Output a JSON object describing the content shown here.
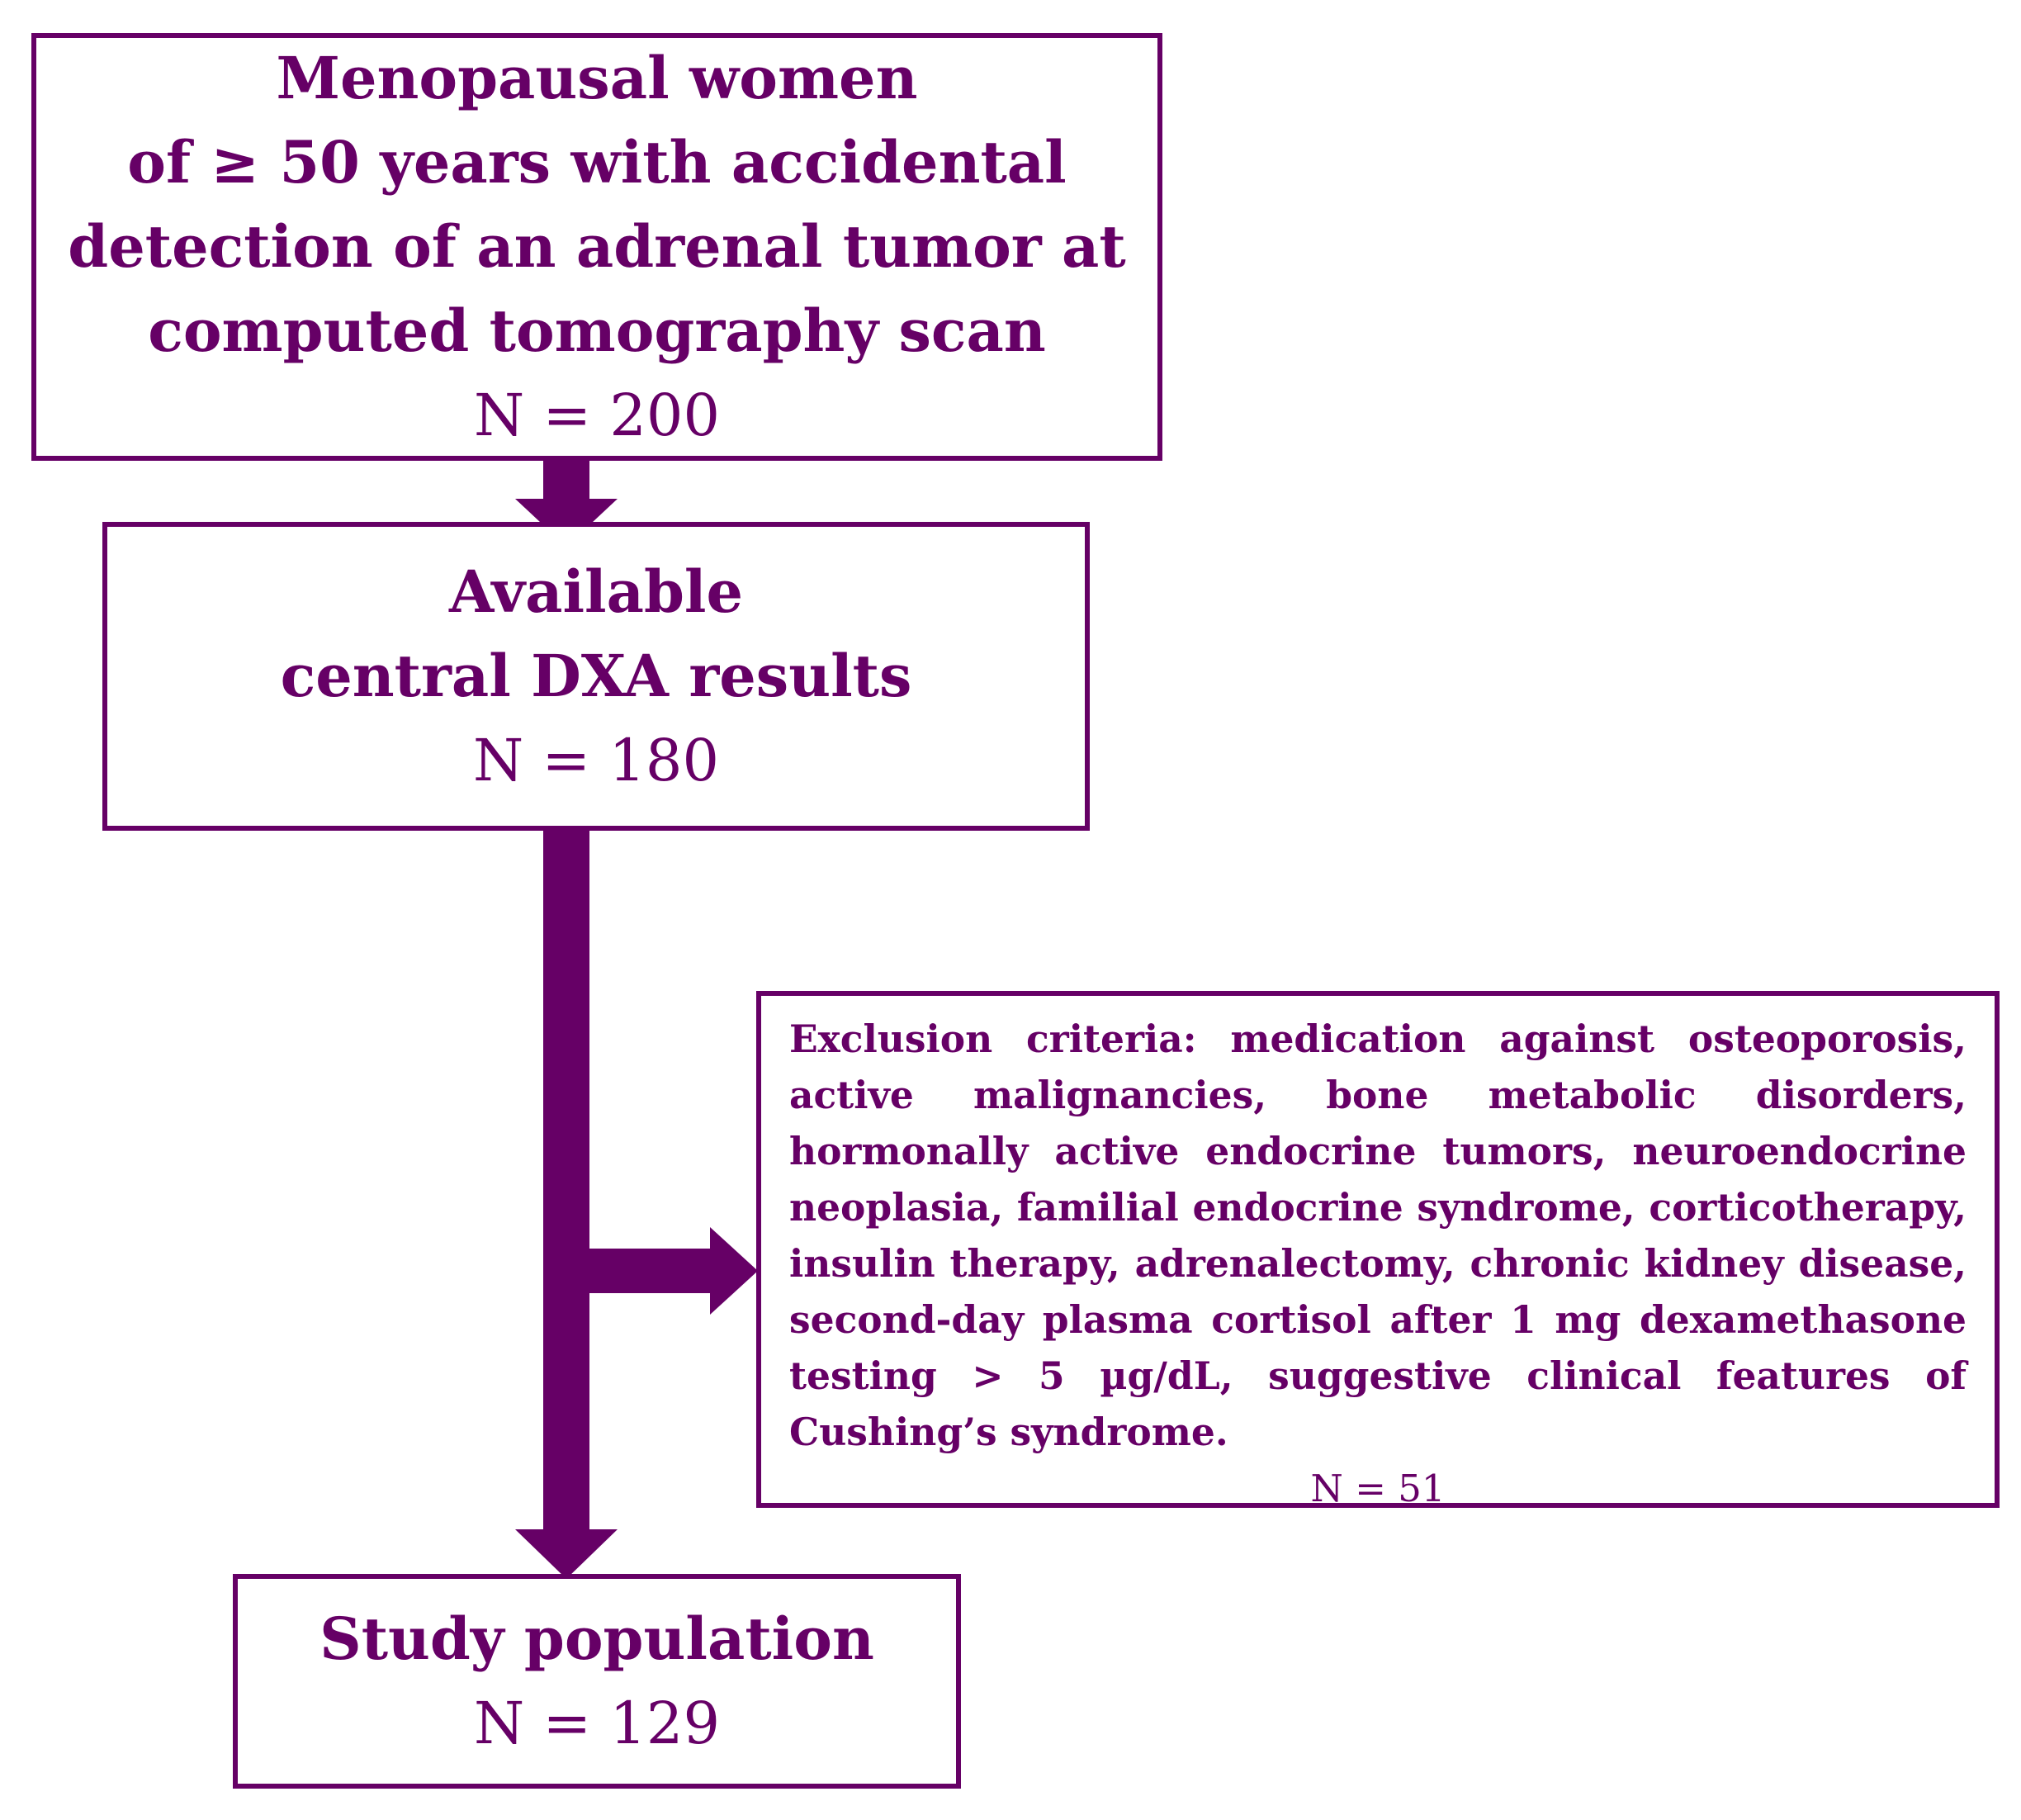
{
  "flowchart": {
    "accent_color": "#660066",
    "initial": {
      "lines": [
        "Menopausal women",
        "of ≥ 50 years with accidental",
        "detection of an adrenal tumor at",
        "computed tomography scan"
      ],
      "count": "N = 200"
    },
    "dxa": {
      "lines": [
        "Available",
        "central DXA results"
      ],
      "count": "N = 180"
    },
    "exclusion": {
      "text": "Exclusion criteria: medication against osteoporosis, active malignancies, bone metabolic disorders, hormonally active endocrine tumors, neuroendocrine neoplasia, familial endocrine syndrome, corticotherapy, insulin therapy, adrenalectomy, chronic kidney disease, second-day plasma cortisol after 1 mg dexamethasone testing > 5 µg/dL, suggestive clinical features of Cushing’s syndrome.",
      "count": "N = 51"
    },
    "study": {
      "lines": [
        "Study population"
      ],
      "count": "N = 129"
    }
  }
}
